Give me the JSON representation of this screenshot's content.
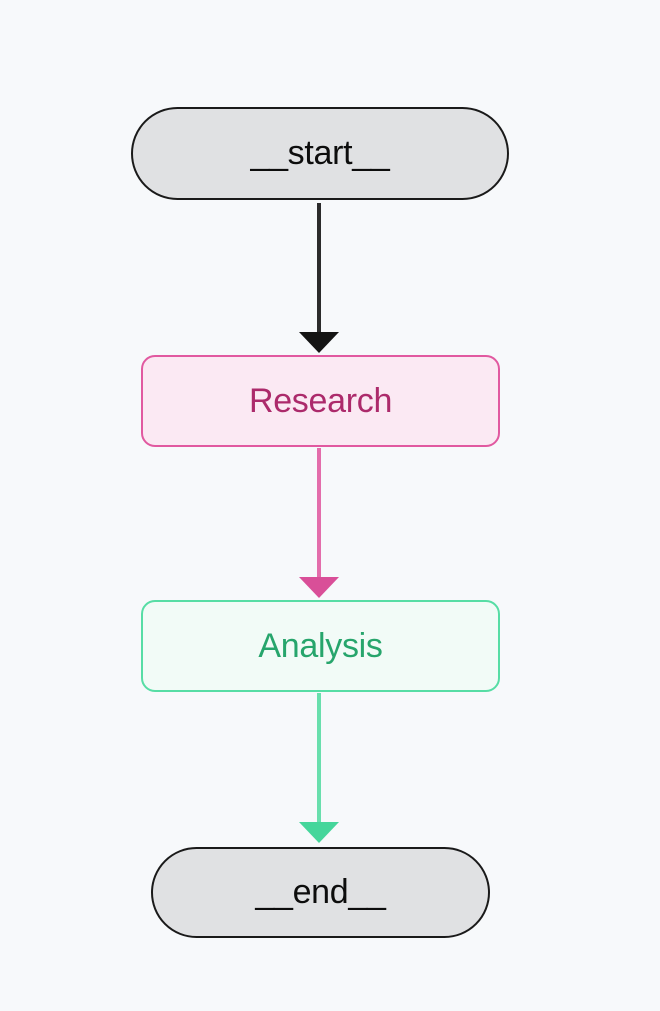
{
  "diagram": {
    "type": "flowchart",
    "direction": "top-to-bottom",
    "background_color": "#f7f9fb",
    "nodes": {
      "start": {
        "label": "__start__",
        "shape": "stadium",
        "fill": "#e0e1e3",
        "border_color": "#1a1a1a",
        "text_color": "#0d0d0d"
      },
      "research": {
        "label": "Research",
        "shape": "rounded-rect",
        "fill": "#fbe9f3",
        "border_color": "#e159a0",
        "text_color": "#ac2a6b"
      },
      "analysis": {
        "label": "Analysis",
        "shape": "rounded-rect",
        "fill": "#f2fbf7",
        "border_color": "#57dda5",
        "text_color": "#27a56c"
      },
      "end": {
        "label": "__end__",
        "shape": "stadium",
        "fill": "#e0e1e3",
        "border_color": "#1a1a1a",
        "text_color": "#0d0d0d"
      }
    },
    "edges": [
      {
        "from": "__start__",
        "to": "Research",
        "shaft_color": "#2b2b2b",
        "head_color": "#141414"
      },
      {
        "from": "Research",
        "to": "Analysis",
        "shaft_color": "#e36dab",
        "head_color": "#d94f98"
      },
      {
        "from": "Analysis",
        "to": "__end__",
        "shaft_color": "#69dfad",
        "head_color": "#45d69b"
      }
    ]
  }
}
